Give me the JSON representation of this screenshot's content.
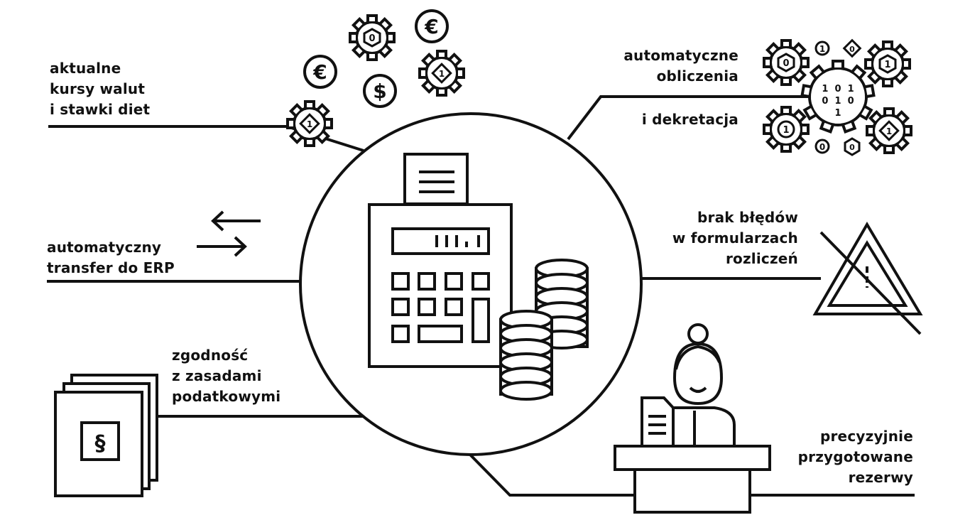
{
  "labels": {
    "rates": [
      "aktualne",
      "kursy walut",
      "i stawki diet"
    ],
    "transfer": [
      "automatyczny",
      "transfer do ERP"
    ],
    "tax": [
      "zgodność",
      "z zasadami",
      "podatkowymi"
    ],
    "calc": [
      "automatyczne",
      "obliczenia"
    ],
    "posting": "i dekretacja",
    "errors": [
      "brak błędów",
      "w formularzach",
      "rozliczeń"
    ],
    "reserves": [
      "precyzyjnie",
      "przygotowane",
      "rezerwy"
    ]
  },
  "icon_text": {
    "euro": "€",
    "dollar": "$",
    "paragraph": "§",
    "exclamation": "!",
    "digit_zero": "0",
    "digit_one": "1",
    "binary_rows": [
      "1  0  1",
      "0  1  0",
      "1"
    ]
  },
  "colors": {
    "ink": "#111111",
    "background": "#ffffff"
  }
}
